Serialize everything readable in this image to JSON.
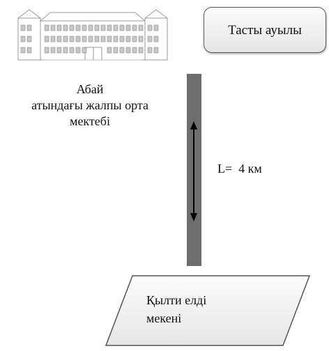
{
  "school": {
    "icon": "school-building-icon",
    "label_lines": [
      "Абай",
      "атындағы жалпы орта",
      "мектебі"
    ]
  },
  "village": {
    "label": "Тасты ауылы"
  },
  "distance": {
    "label": "L=  4 км",
    "icon": "double-arrow-icon"
  },
  "settlement": {
    "label_lines": [
      "Қылти елді",
      "мекені"
    ]
  },
  "colors": {
    "road": "#6e6e6e",
    "outline": "#555555",
    "box_fill_top": "#fbfbfb",
    "box_fill_bottom": "#e6e6e6"
  }
}
